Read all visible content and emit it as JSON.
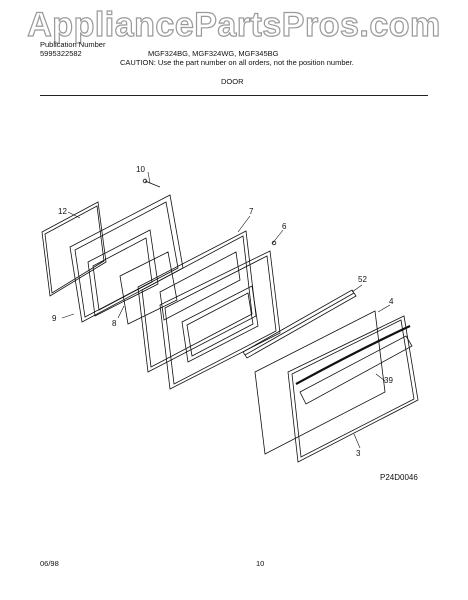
{
  "watermark": "AppliancePartsPros.com",
  "header": {
    "publication_label": "Publication Number",
    "publication_number": "5995322582",
    "models": "MGF324BG, MGF324WG, MGF345BG",
    "caution": "CAUTION:  Use the part number on all orders, not the position number.",
    "section": "DOOR"
  },
  "diagram": {
    "code": "P24D0046",
    "callouts": [
      "10",
      "12",
      "7",
      "6",
      "9",
      "8",
      "52",
      "4",
      "39",
      "3"
    ]
  },
  "footer": {
    "date": "06/98",
    "page": "10"
  }
}
